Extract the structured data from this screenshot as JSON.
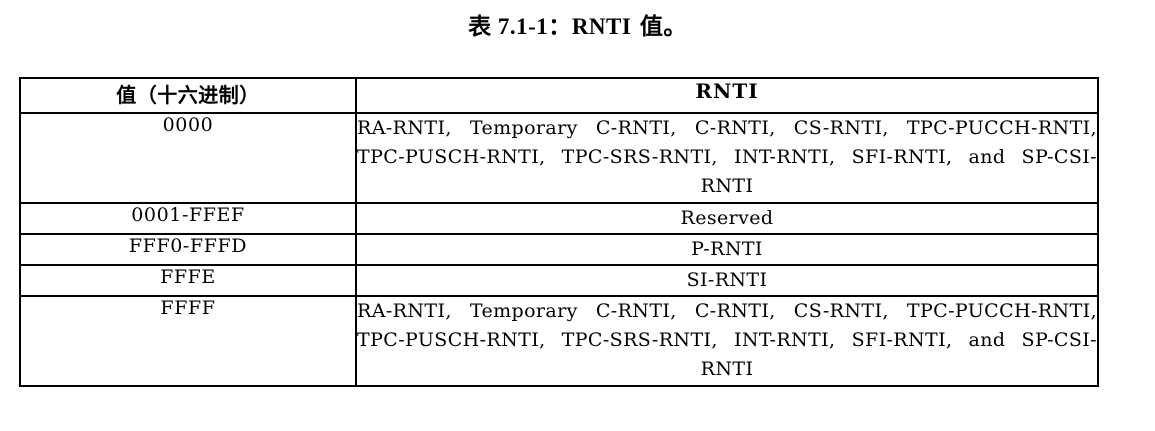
{
  "caption": {
    "full": "表 7.1-1：RNTI 值。",
    "cjk_prefix": "表",
    "number": " 7.1-1：",
    "latin": "RNTI",
    "cjk_suffix": " 值。"
  },
  "table": {
    "headers": {
      "value_label": "值（十六进制）",
      "rnti_label": "RNTI"
    },
    "rows": [
      {
        "value": "0000",
        "rnti": "RA-RNTI, Temporary C-RNTI, C-RNTI, CS-RNTI, TPC-PUCCH-RNTI, TPC-PUSCH-RNTI, TPC-SRS-RNTI, INT-RNTI, SFI-RNTI, and SP-CSI-RNTI"
      },
      {
        "value": "0001-FFEF",
        "rnti": "Reserved"
      },
      {
        "value": "FFF0-FFFD",
        "rnti": "P-RNTI"
      },
      {
        "value": "FFFE",
        "rnti": "SI-RNTI"
      },
      {
        "value": "FFFF",
        "rnti": "RA-RNTI, Temporary C-RNTI, C-RNTI, CS-RNTI, TPC-PUCCH-RNTI, TPC-PUSCH-RNTI, TPC-SRS-RNTI, INT-RNTI, SFI-RNTI, and SP-CSI-RNTI"
      }
    ]
  },
  "colors": {
    "text": "#000000",
    "border": "#000000",
    "background": "#ffffff"
  }
}
